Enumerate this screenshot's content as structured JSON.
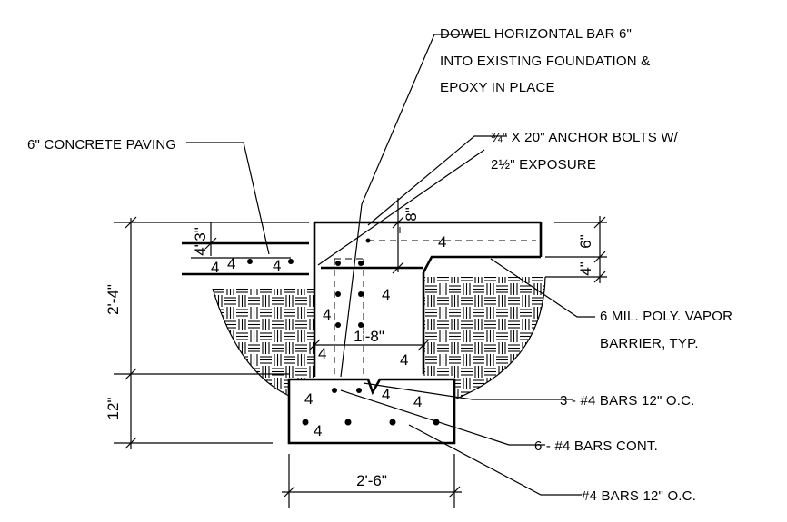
{
  "notes": {
    "dowel": [
      "DOWEL HORIZONTAL BAR 6\"",
      "INTO EXISTING FOUNDATION &",
      "EPOXY IN PLACE"
    ],
    "anchor": [
      "¾\" X 20\" ANCHOR BOLTS W/",
      "2½\" EXPOSURE"
    ],
    "paving": "6\" CONCRETE PAVING",
    "vapor": [
      "6 MIL. POLY. VAPOR",
      "BARRIER, TYP."
    ],
    "bars_3": "3 - #4 BARS 12\" O.C.",
    "bars_6": "6 - #4 BARS CONT.",
    "bars_oc": "#4 BARS 12\" O.C."
  },
  "dimensions": {
    "wall_height": "2'-4\"",
    "footing_depth": "12\"",
    "footing_width": "2'-6\"",
    "wall_width": "1'-8\"",
    "top_8": "8\"",
    "right_6": "6\"",
    "right_4": "4\"",
    "left_3": "3\"",
    "left_4": "4\""
  }
}
